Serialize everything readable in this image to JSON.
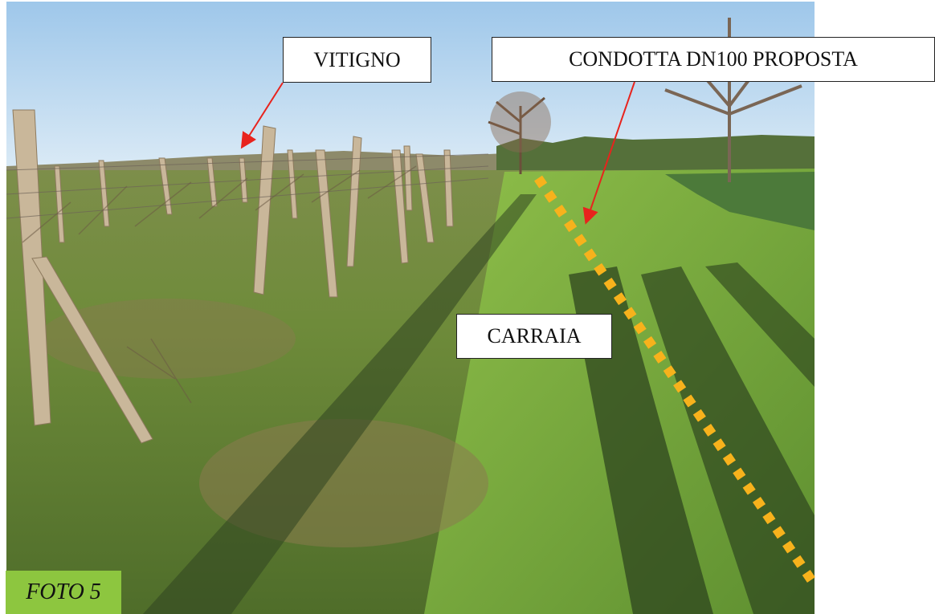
{
  "labels": {
    "vitigno": "VITIGNO",
    "condotta": "CONDOTTA DN100 PROPOSTA",
    "carraia": "CARRAIA"
  },
  "caption": "FOTO 5",
  "colors": {
    "pipeline_dots": "#f7b21c",
    "arrow": "#e8231d",
    "caption_bg": "#8dc63f",
    "sky": "#c6dff2",
    "grass": "#6a9636"
  }
}
